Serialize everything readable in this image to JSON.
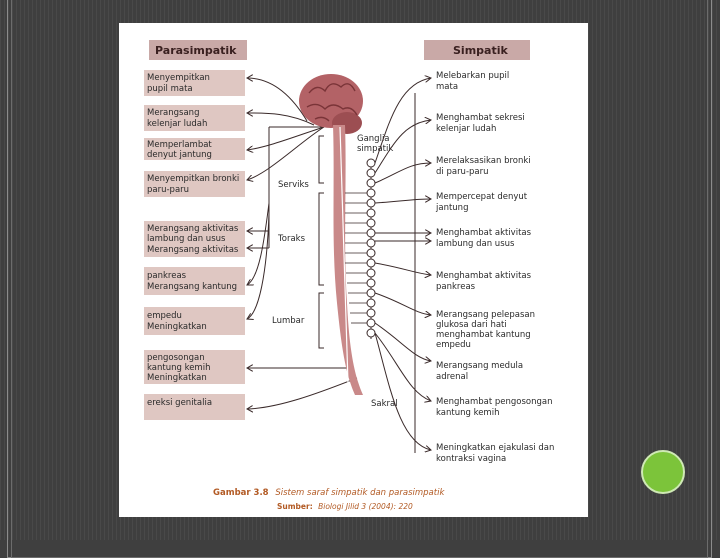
{
  "header": {
    "left": "Parasimpatik",
    "right": "Simpatik"
  },
  "left_boxes": [
    {
      "line1": "Menyempitkan",
      "line2": "pupil mata"
    },
    {
      "line1": "Merangsang",
      "line2": "kelenjar ludah"
    },
    {
      "line1": "Memperlambat",
      "line2": "denyut jantung"
    },
    {
      "line1": "Menyempitkan bronki",
      "line2": "paru-paru"
    },
    {
      "line1": "Merangsang aktivitas",
      "line2": "lambung dan usus",
      "line3": "Merangsang aktivitas"
    },
    {
      "line1": "pankreas",
      "line2": "Merangsang kantung"
    },
    {
      "line1": "empedu",
      "line2": "Meningkatkan"
    },
    {
      "line1": "pengosongan",
      "line2": "kantung kemih",
      "line3": "Meningkatkan"
    },
    {
      "line1": "ereksi genitalia"
    }
  ],
  "right_labels": [
    {
      "line1": "Melebarkan pupil",
      "line2": "mata"
    },
    {
      "line1": "Menghambat sekresi",
      "line2": "kelenjar ludah"
    },
    {
      "line1": "Merelaksasikan bronki",
      "line2": "di paru-paru"
    },
    {
      "line1": "Mempercepat denyut",
      "line2": "jantung"
    },
    {
      "line1": "Menghambat aktivitas",
      "line2": "lambung dan usus"
    },
    {
      "line1": "Menghambat aktivitas",
      "line2": "pankreas"
    },
    {
      "line1": "Merangsang pelepasan",
      "line2": "glukosa dari hati",
      "line3": "menghambat kantung",
      "line4": "empedu"
    },
    {
      "line1": "Merangsang medula",
      "line2": "adrenal"
    },
    {
      "line1": "Menghambat pengosongan",
      "line2": "kantung kemih"
    },
    {
      "line1": "Meningkatkan ejakulasi dan",
      "line2": "kontraksi vagina"
    }
  ],
  "regions": {
    "servik": "Serviks",
    "torak": "Toraks",
    "lumbar": "Lumbar",
    "sakral": "Sakral",
    "ganglia1": "Ganglia",
    "ganglia2": "simpatik"
  },
  "caption": {
    "label": "Gambar 3.8",
    "text": "Sistem saraf simpatik dan parasimpatik",
    "source_label": "Sumber:",
    "source": "Biologi Jilid 3 (2004): 220"
  },
  "colors": {
    "box": "#dfc7c2",
    "header": "#c9a9a7",
    "brain": "#b36266",
    "cord": "#c98989",
    "line": "#3a2a2a",
    "slide": "#3f3f3f",
    "dot": "#7cc43a"
  }
}
